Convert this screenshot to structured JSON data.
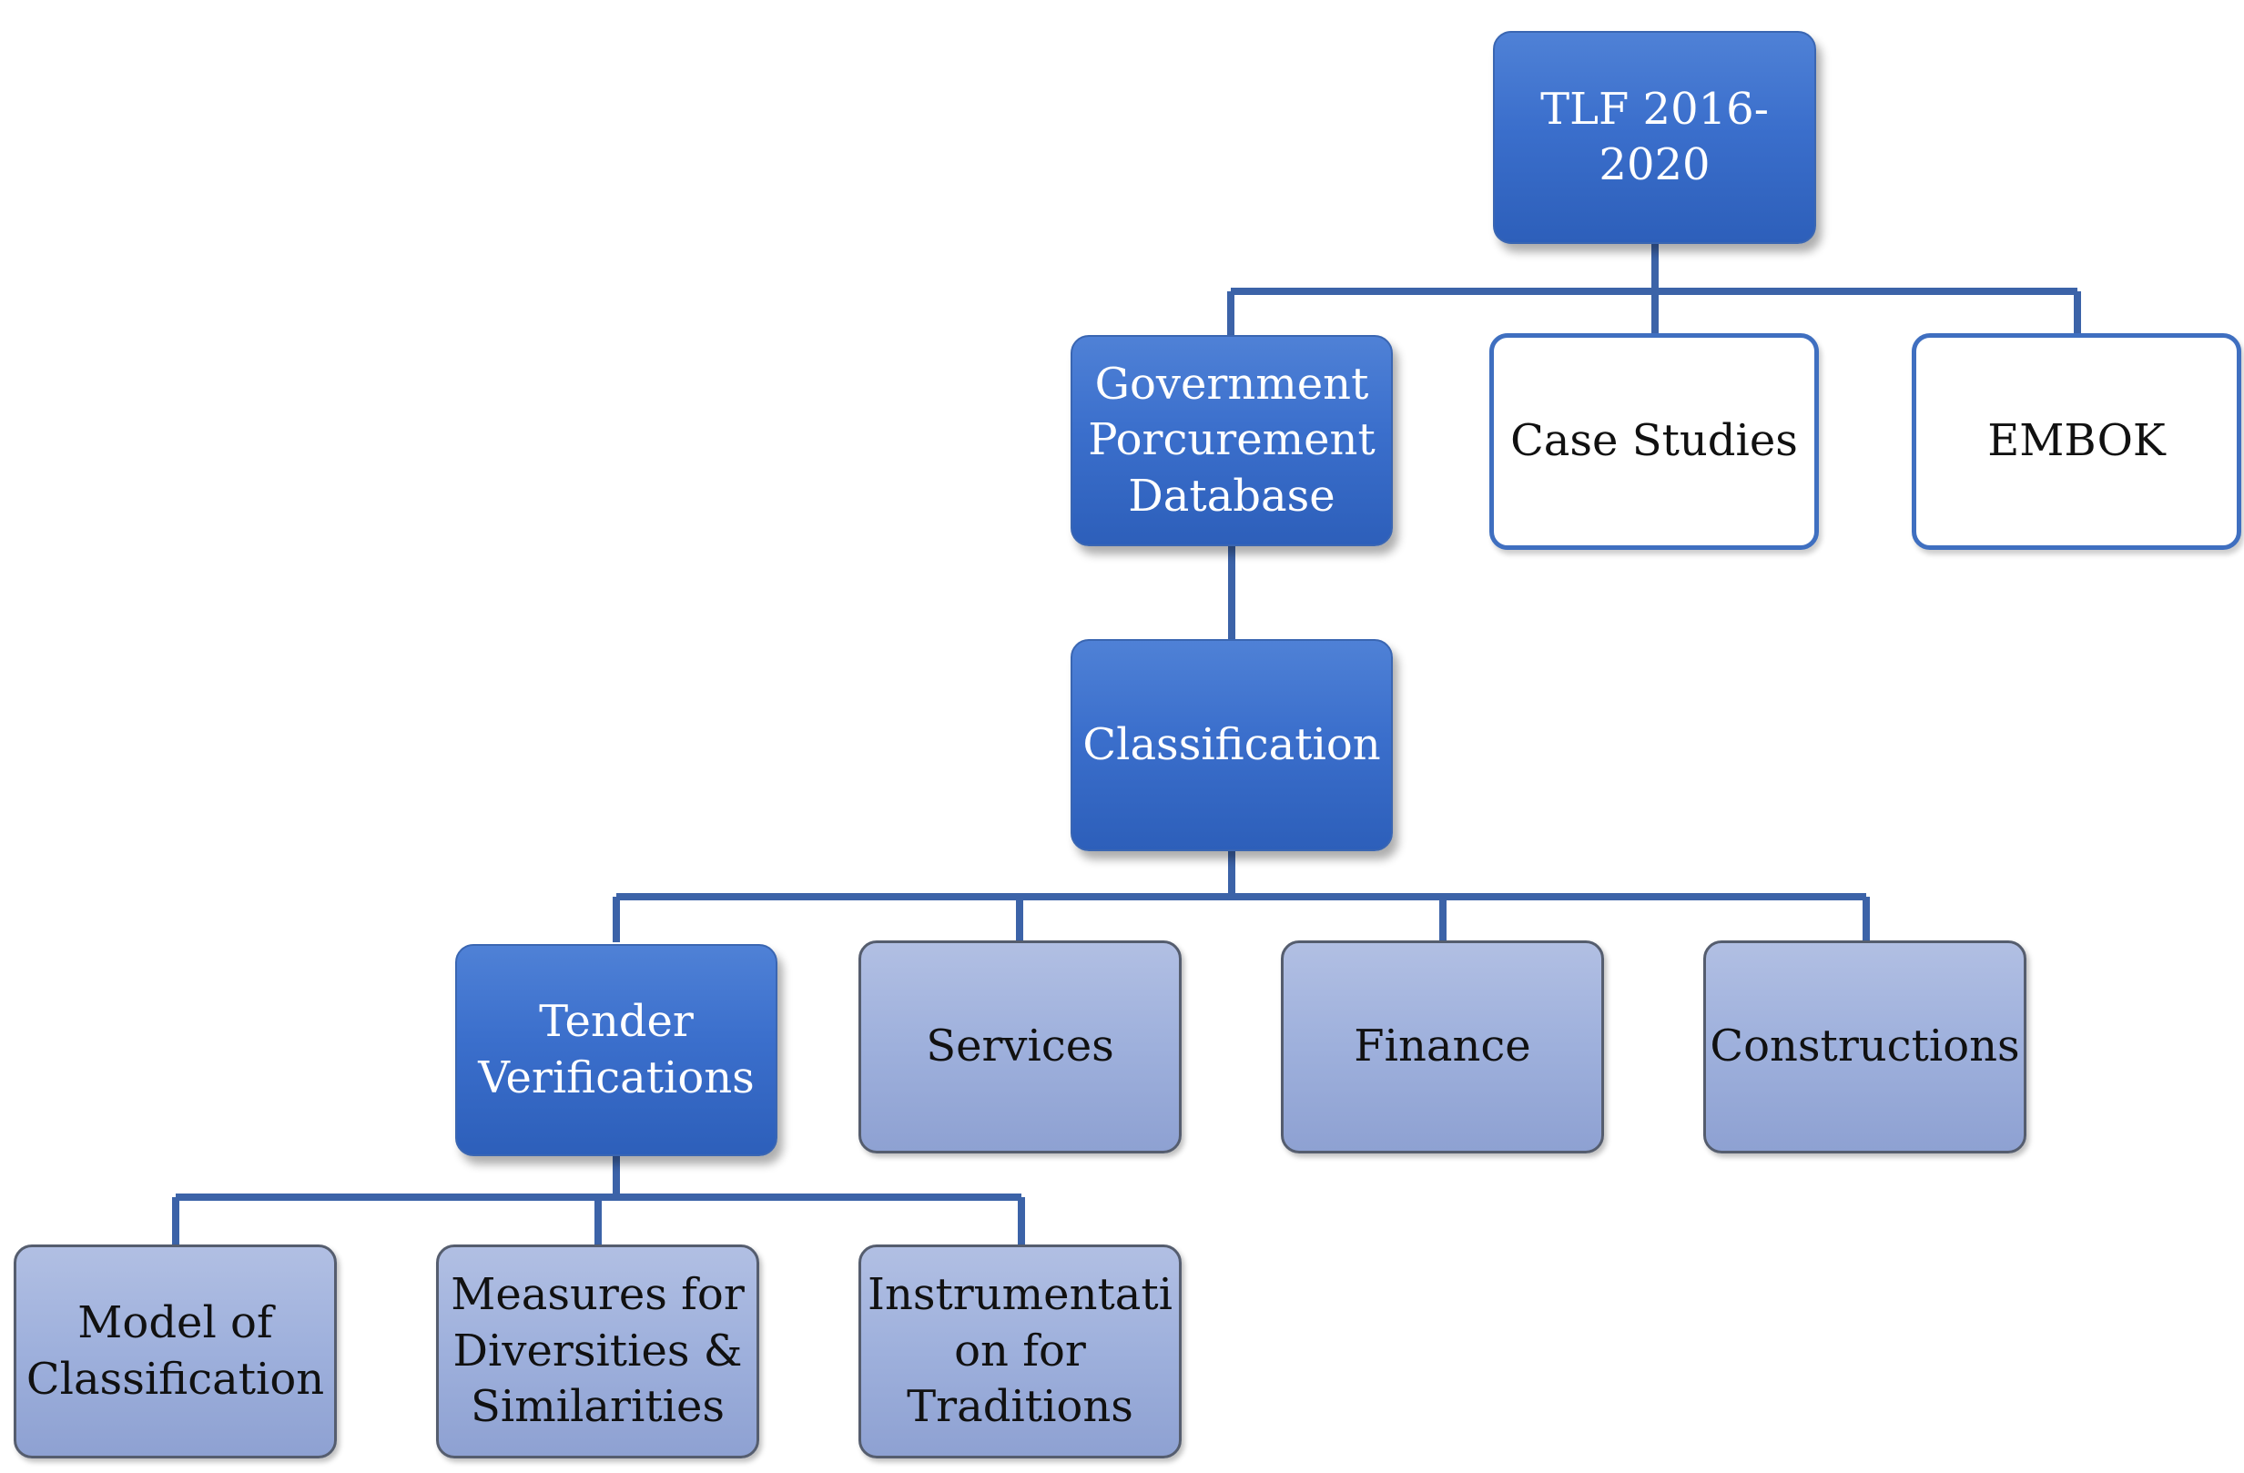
{
  "nodes": {
    "tlf": "TLF 2016-\n2020",
    "gov_db": "Government\nPorcurement\nDatabase",
    "case_studies": "Case Studies",
    "embok": "EMBOK",
    "classification": "Classification",
    "tender": "Tender\nVerifications",
    "services": "Services",
    "finance": "Finance",
    "constructions": "Constructions",
    "model": "Model of\nClassification",
    "measures": "Measures for\nDiversities &\nSimilarities",
    "instrumentation": "Instrumentati\non for\nTraditions"
  },
  "colors": {
    "dark_fill": "#3b6fcc",
    "light_fill": "#9eb0dc",
    "outline_border": "#3f6fc0",
    "connector": "#3c63a8"
  }
}
